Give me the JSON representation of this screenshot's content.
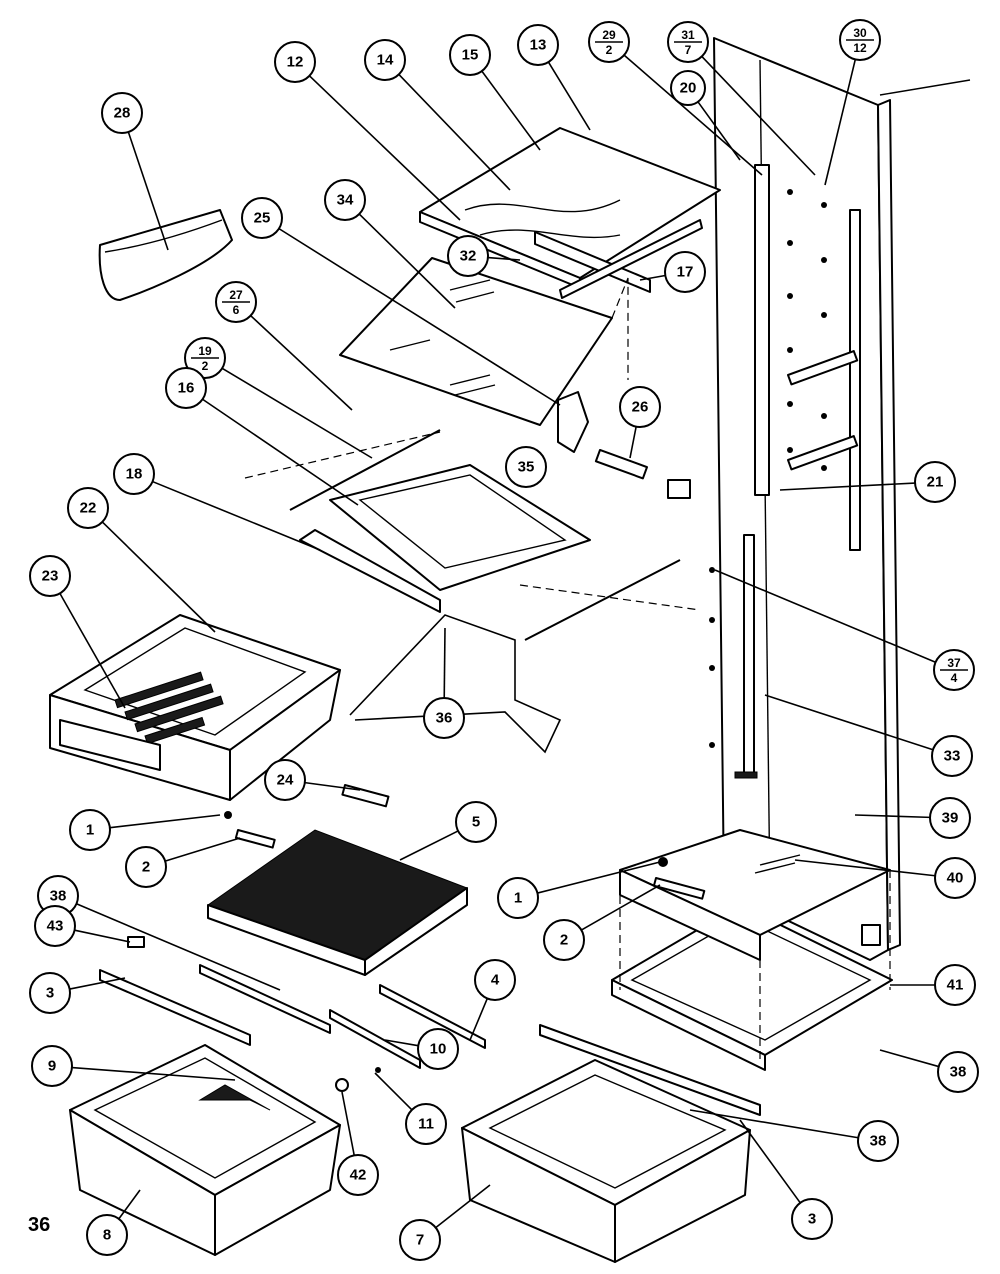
{
  "page_number": "36",
  "callouts": [
    {
      "label": "28"
    },
    {
      "label": "12"
    },
    {
      "label": "14"
    },
    {
      "label": "15"
    },
    {
      "label": "13"
    },
    {
      "label": "29",
      "denominator": "2"
    },
    {
      "label": "31",
      "denominator": "7"
    },
    {
      "label": "30",
      "denominator": "12"
    },
    {
      "label": "20"
    },
    {
      "label": "34"
    },
    {
      "label": "25"
    },
    {
      "label": "32"
    },
    {
      "label": "17"
    },
    {
      "label": "27",
      "denominator": "6"
    },
    {
      "label": "19",
      "denominator": "2"
    },
    {
      "label": "16"
    },
    {
      "label": "26"
    },
    {
      "label": "35"
    },
    {
      "label": "21"
    },
    {
      "label": "18"
    },
    {
      "label": "22"
    },
    {
      "label": "23"
    },
    {
      "label": "37",
      "denominator": "4"
    },
    {
      "label": "36"
    },
    {
      "label": "33"
    },
    {
      "label": "24"
    },
    {
      "label": "39"
    },
    {
      "label": "1"
    },
    {
      "label": "5"
    },
    {
      "label": "2"
    },
    {
      "label": "40"
    },
    {
      "label": "38"
    },
    {
      "label": "1"
    },
    {
      "label": "43"
    },
    {
      "label": "2"
    },
    {
      "label": "3"
    },
    {
      "label": "4"
    },
    {
      "label": "41"
    },
    {
      "label": "9"
    },
    {
      "label": "10"
    },
    {
      "label": "38"
    },
    {
      "label": "11"
    },
    {
      "label": "38"
    },
    {
      "label": "42"
    },
    {
      "label": "8"
    },
    {
      "label": "7"
    },
    {
      "label": "3"
    }
  ]
}
